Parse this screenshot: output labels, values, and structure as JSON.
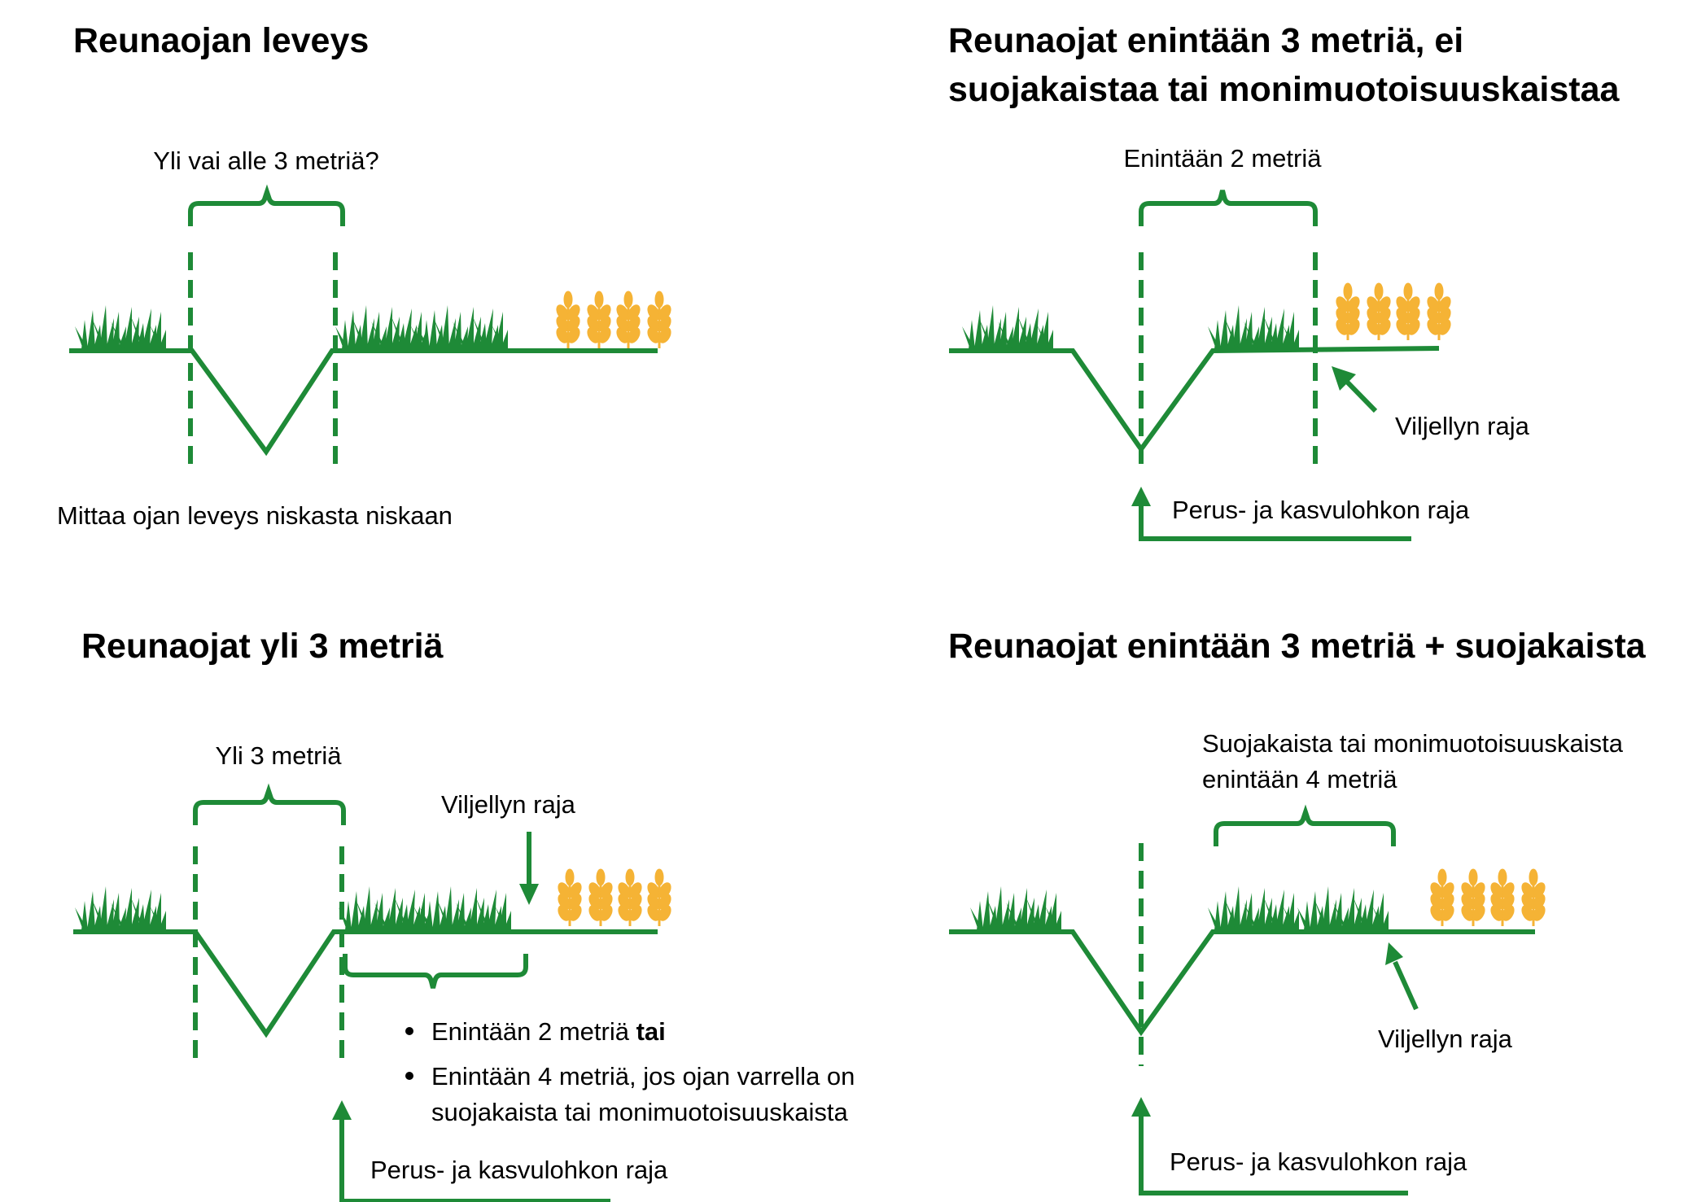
{
  "colors": {
    "line": "#1e8a37",
    "grass": "#1e8a37",
    "wheat": "#f5b335",
    "text": "#000000"
  },
  "panel1": {
    "title": "Reunaojan leveys",
    "brace_label": "Yli vai alle 3 metriä?",
    "caption": "Mittaa ojan leveys niskasta niskaan"
  },
  "panel2": {
    "title_line1": "Reunaojat enintään 3 metriä, ei",
    "title_line2": "suojakaistaa tai monimuotoisuuskaistaa",
    "brace_label": "Enintään 2 metriä",
    "cultivated_label": "Viljellyn raja",
    "parcel_label": "Perus- ja kasvulohkon raja"
  },
  "panel3": {
    "title": "Reunaojat yli 3 metriä",
    "brace_label": "Yli 3 metriä",
    "cultivated_label": "Viljellyn raja",
    "bullet1_text": "Enintään 2 metriä ",
    "bullet1_bold": "tai",
    "bullet2_line1": "Enintään 4 metriä, jos ojan varrella on",
    "bullet2_line2": "suojakaista tai monimuotoisuuskaista",
    "parcel_label": "Perus- ja kasvulohkon raja"
  },
  "panel4": {
    "title": "Reunaojat enintään 3 metriä + suojakaista",
    "brace_label_line1": "Suojakaista tai monimuotoisuuskaista",
    "brace_label_line2": "enintään 4 metriä",
    "cultivated_label": "Viljellyn raja",
    "parcel_label": "Perus- ja kasvulohkon raja"
  }
}
